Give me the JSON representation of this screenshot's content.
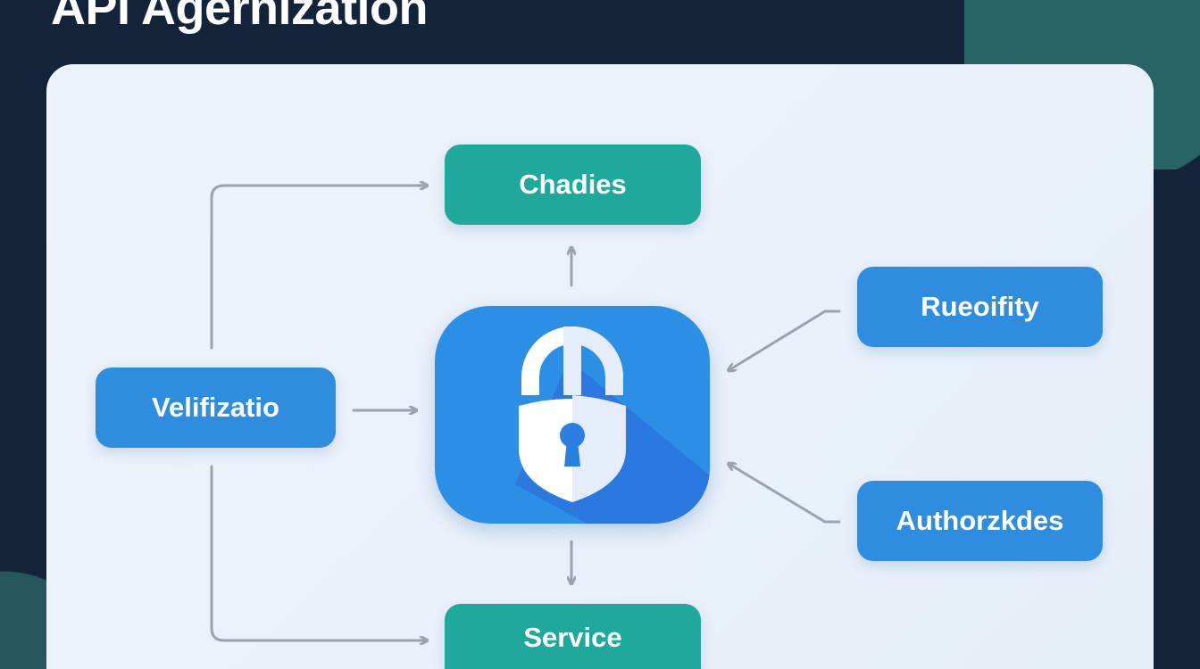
{
  "title": "API Agernization",
  "nodes": {
    "top": "Chadies",
    "bottom": "Service",
    "left": "Velifizatio",
    "right_top": "Rueoifity",
    "right_bottom": "Authorzkdes"
  },
  "center_icon": "lock-shield-icon",
  "colors": {
    "background": "#13243a",
    "panel": "#eaf1fa",
    "teal": "#1fa89c",
    "blue": "#2f8de0",
    "arrow": "#9aa3ae"
  }
}
